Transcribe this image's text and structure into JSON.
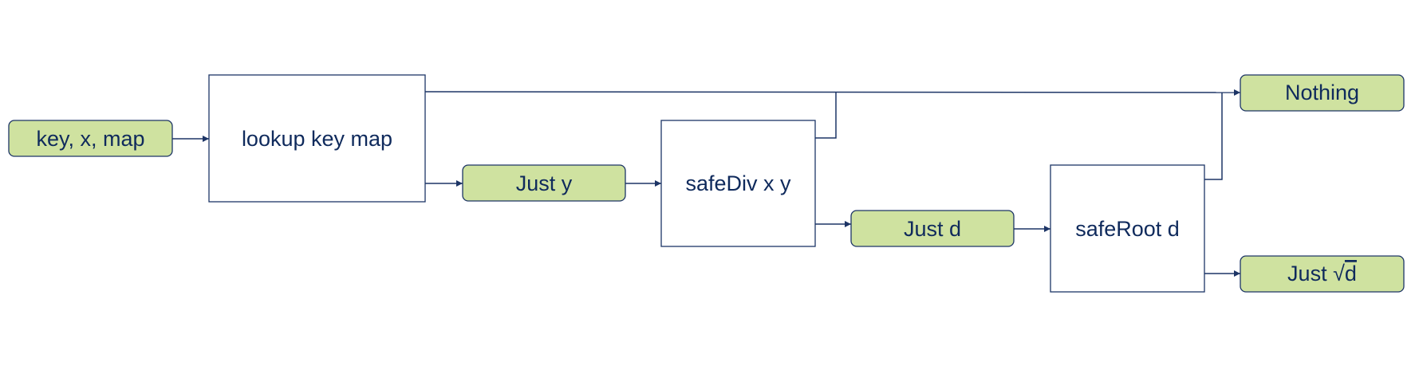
{
  "diagram": {
    "nodes": {
      "input": {
        "label": "key, x, map",
        "kind": "value"
      },
      "lookup": {
        "label": "lookup key map",
        "kind": "function"
      },
      "just_y": {
        "label": "Just y",
        "kind": "value"
      },
      "safediv": {
        "label": "safeDiv x y",
        "kind": "function"
      },
      "just_d": {
        "label": "Just d",
        "kind": "value"
      },
      "saferoot": {
        "label": "safeRoot d",
        "kind": "function"
      },
      "nothing": {
        "label": "Nothing",
        "kind": "value"
      },
      "just_sqrt_d": {
        "label_prefix": "Just",
        "radical": "√",
        "radicand": "d",
        "kind": "value"
      }
    },
    "edges": [
      {
        "from": "input",
        "to": "lookup"
      },
      {
        "from": "lookup",
        "to": "just_y"
      },
      {
        "from": "just_y",
        "to": "safediv"
      },
      {
        "from": "safediv",
        "to": "just_d"
      },
      {
        "from": "just_d",
        "to": "saferoot"
      },
      {
        "from": "saferoot",
        "to": "just_sqrt_d"
      },
      {
        "from": "lookup",
        "to": "nothing"
      },
      {
        "from": "safediv",
        "to": "nothing"
      },
      {
        "from": "saferoot",
        "to": "nothing"
      }
    ],
    "colors": {
      "value_fill": "#cfe2a0",
      "outline": "#1d3566",
      "text": "#0f2a5c"
    }
  }
}
